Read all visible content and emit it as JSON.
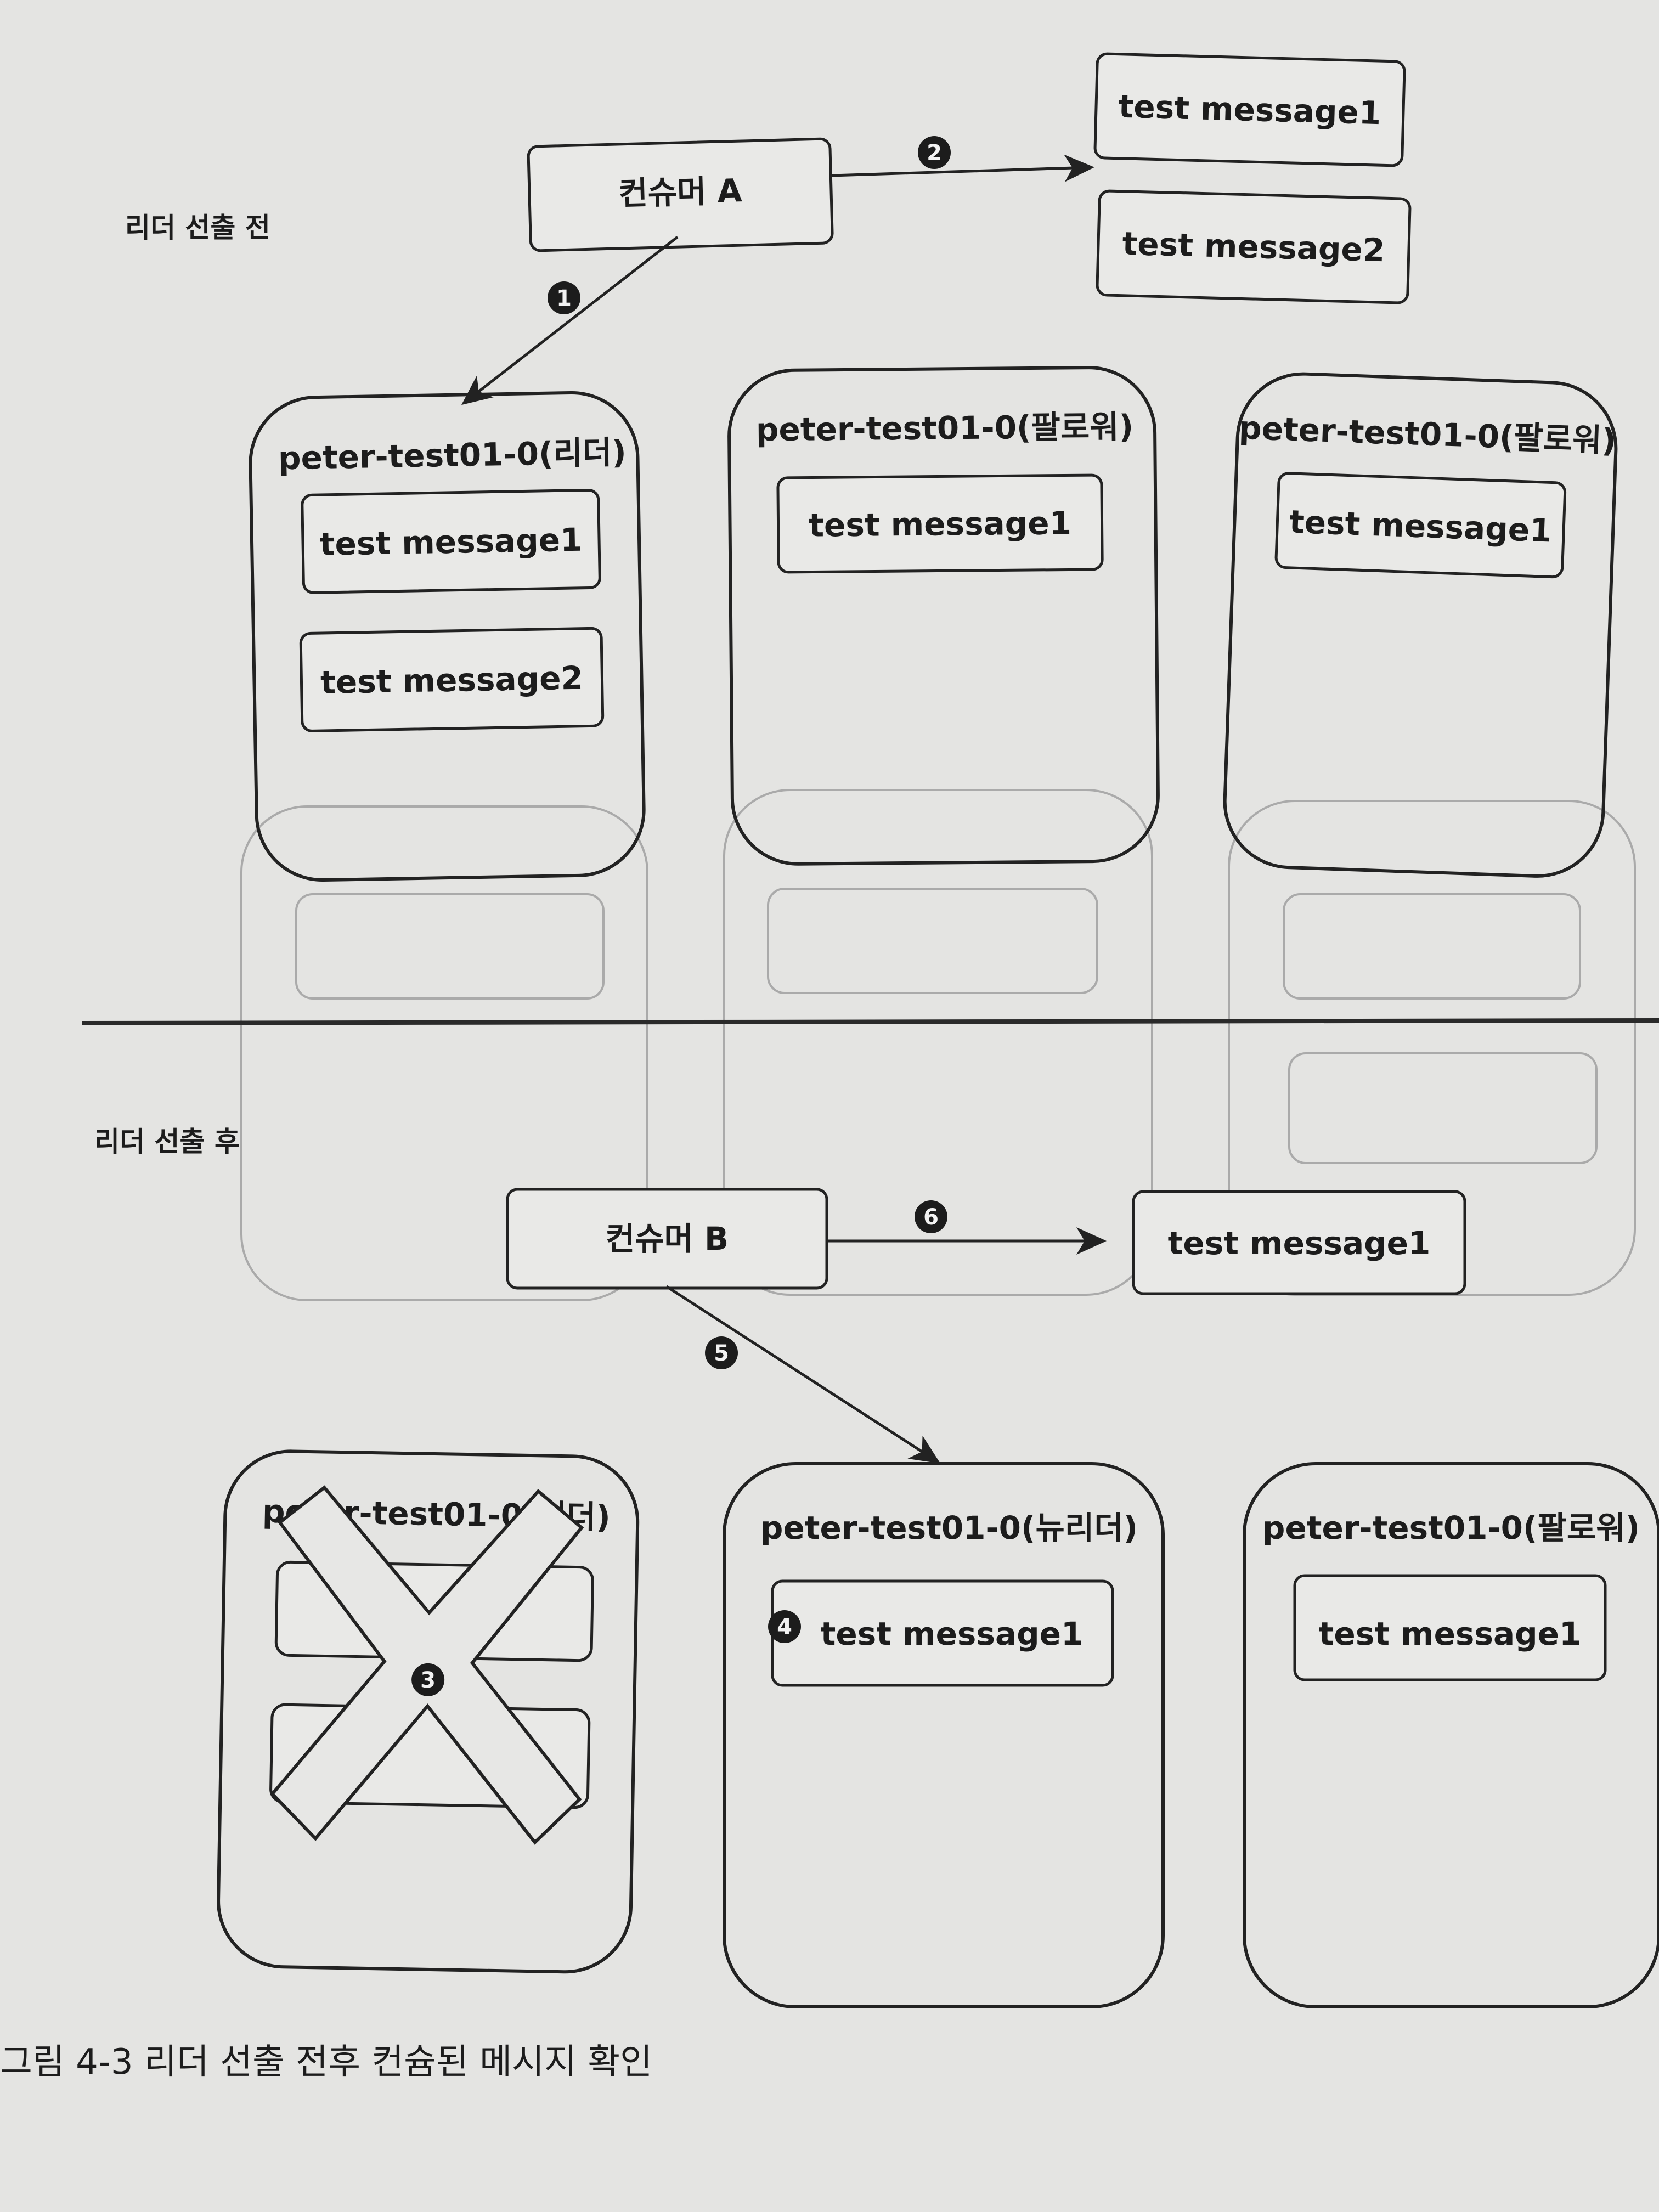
{
  "top": {
    "section_label": "리더 선출 전",
    "consumer": "컨슈머 A",
    "messages": [
      "test message1",
      "test message2"
    ],
    "partitions": [
      {
        "title": "peter-test01-0(리더)",
        "messages": [
          "test message1",
          "test message2"
        ]
      },
      {
        "title": "peter-test01-0(팔로워)",
        "messages": [
          "test message1"
        ]
      },
      {
        "title": "peter-test01-0(팔로워)",
        "messages": [
          "test message1"
        ]
      }
    ],
    "steps": [
      "1",
      "2"
    ]
  },
  "bottom": {
    "section_label": "리더 선출 후",
    "consumer": "컨슈머 B",
    "messages": [
      "test message1"
    ],
    "partitions": [
      {
        "title": "peter-test01-0(리더)",
        "messages": [
          "",
          ""
        ]
      },
      {
        "title": "peter-test01-0(뉴리더)",
        "messages": [
          "test message1"
        ]
      },
      {
        "title": "peter-test01-0(팔로워)",
        "messages": [
          "test message1"
        ]
      }
    ],
    "steps": [
      "3",
      "4",
      "5",
      "6"
    ]
  },
  "caption": "그림 4-3  리더 선출 전후 컨슘된 메시지 확인"
}
